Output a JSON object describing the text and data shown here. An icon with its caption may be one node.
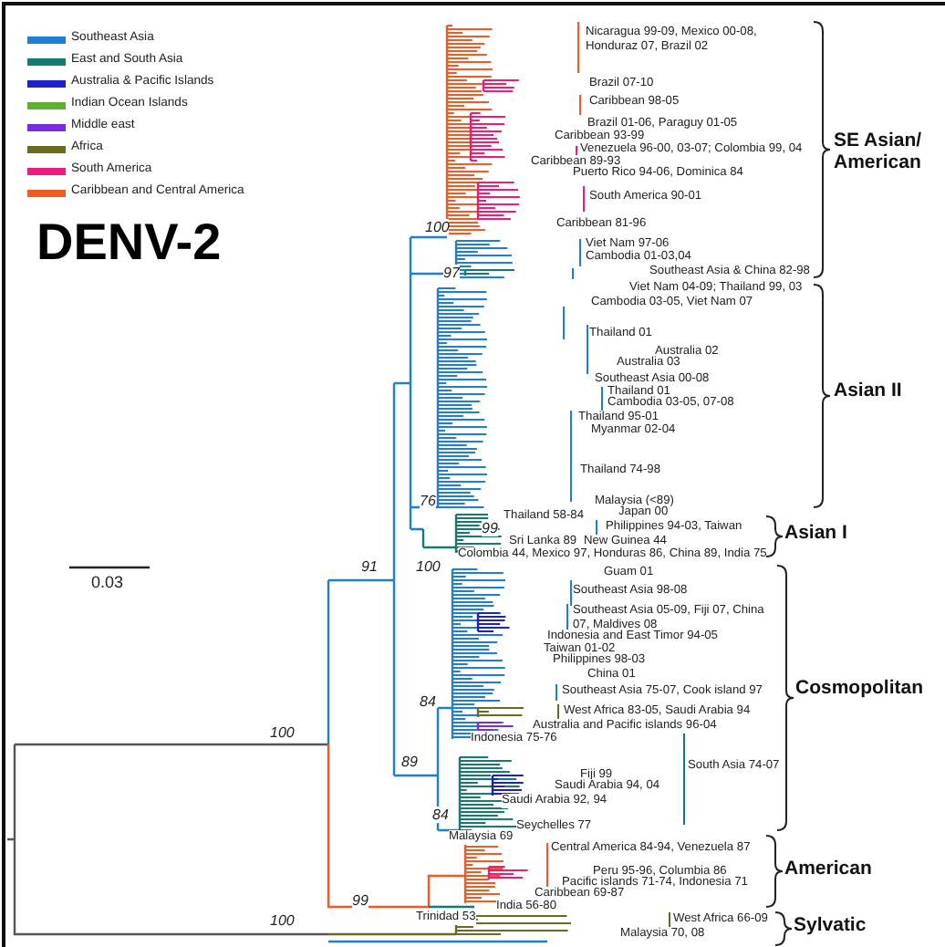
{
  "diagram": {
    "title": "DENV-2",
    "labels": [
      "Nicaragua 99-09, Mexico 00-08, Honduraz 07, Brazil 02",
      "Brazil 07-10",
      "Caribbean 98-05",
      "Brazil 01-06, Paraguy 01-05",
      "Caribbean 93-99",
      "Venezuela 96-00, 03-07; Colombia 99, 04",
      "SE Asian/ American",
      "Caribbean 89-93",
      "Puerto Rico 94-06, Dominica 84",
      "South America 90-01",
      "100",
      "Caribbean 81-96",
      "Viet Nam 97-06",
      "Cambodia 01-03,04",
      "97",
      "Southeast Asia & China 82-98",
      "Viet Nam 04-09; Thailand 99, 03",
      "Cambodia 03-05, Viet Nam 07",
      "Thailand 01",
      "Australia 02",
      "Australia 03",
      "Southeast Asia 00-08",
      "Asian II",
      "Thailand 01",
      "Cambodia 03-05, 07-08",
      "Thailand 95-01",
      "Myanmar 02-04",
      "Thailand 74-98",
      "76",
      "Malaysia (<89)",
      "Thailand 58-84",
      "Japan 00",
      "99",
      "Philippines 94-03, Taiwan",
      "Asian I",
      "Sri Lanka 89",
      "New Guinea 44",
      "100",
      "Colombia 44, Mexico 97, Honduras 86, China 89, India 75",
      "0.03",
      "91",
      "Guam 01",
      "Southeast Asia 98-08",
      "Southeast Asia 05-09, Fiji 07, China 07, Maldives 08",
      "Indonesia and East Timor 94-05",
      "Taiwan 01-02",
      "Philippines 98-03",
      "China 01",
      "Southeast Asia 75-07, Cook island 97",
      "Cosmopolitan",
      "84",
      "West Africa 83-05, Saudi Arabia 94",
      "Australia and Pacific islands 96-04",
      "100",
      "Indonesia 75-76",
      "89",
      "South Asia 74-07",
      "Fiji 99",
      "Saudi Arabia 94, 04",
      "Saudi Arabia 92, 94",
      "84",
      "Seychelles 77",
      "Malaysia 69",
      "Central America 84-94, Venezuela 87",
      "Peru 95-96, Columbia 86",
      "American",
      "Pacific islands 71-74, Indonesia 71",
      "Caribbean 69-87",
      "99",
      "India 56-80",
      "100",
      "Trinidad 53",
      "West Africa 66-09",
      "Sylvatic",
      "Malaysia 70, 08"
    ],
    "legend": [
      {
        "text": "Southeast Asia",
        "color": "#1b7fd6"
      },
      {
        "text": "East and South Asia",
        "color": "#127a70"
      },
      {
        "text": "Australia & Pacific Islands",
        "color": "#1f1fc8"
      },
      {
        "text": "Indian Ocean Islands",
        "color": "#5cb130"
      },
      {
        "text": "Middle east",
        "color": "#7a2be0"
      },
      {
        "text": "Africa",
        "color": "#6b6b1f"
      },
      {
        "text": "South America",
        "color": "#ee1b7c"
      },
      {
        "text": "Caribbean and Central America",
        "color": "#f25a22"
      }
    ]
  }
}
